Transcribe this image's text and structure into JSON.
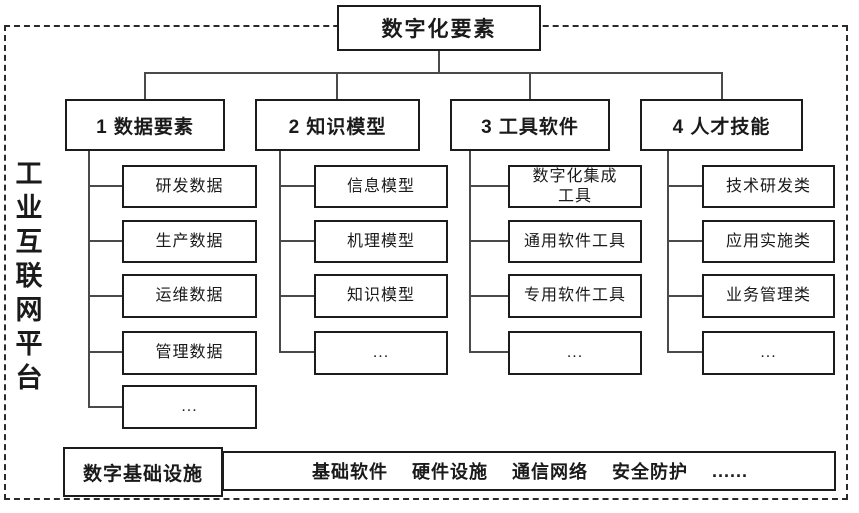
{
  "diagram": {
    "title": "数字化要素",
    "platform_label": "工业互联网平台",
    "columns": [
      {
        "header": "1 数据要素",
        "items": [
          "研发数据",
          "生产数据",
          "运维数据",
          "管理数据",
          "..."
        ]
      },
      {
        "header": "2 知识模型",
        "items": [
          "信息模型",
          "机理模型",
          "知识模型",
          "..."
        ]
      },
      {
        "header": "3 工具软件",
        "items": [
          "数字化集成工具",
          "通用软件工具",
          "专用软件工具",
          "..."
        ]
      },
      {
        "header": "4 人才技能",
        "items": [
          "技术研发类",
          "应用实施类",
          "业务管理类",
          "..."
        ]
      }
    ],
    "infrastructure": {
      "label": "数字基础设施",
      "items": [
        "基础软件",
        "硬件设施",
        "通信网络",
        "安全防护",
        "......"
      ]
    },
    "colors": {
      "border": "#1c1c1c",
      "line": "#4a4a4a",
      "frame_dash": "#2a2a2a",
      "text": "#1a1a1a",
      "background": "#ffffff"
    }
  }
}
